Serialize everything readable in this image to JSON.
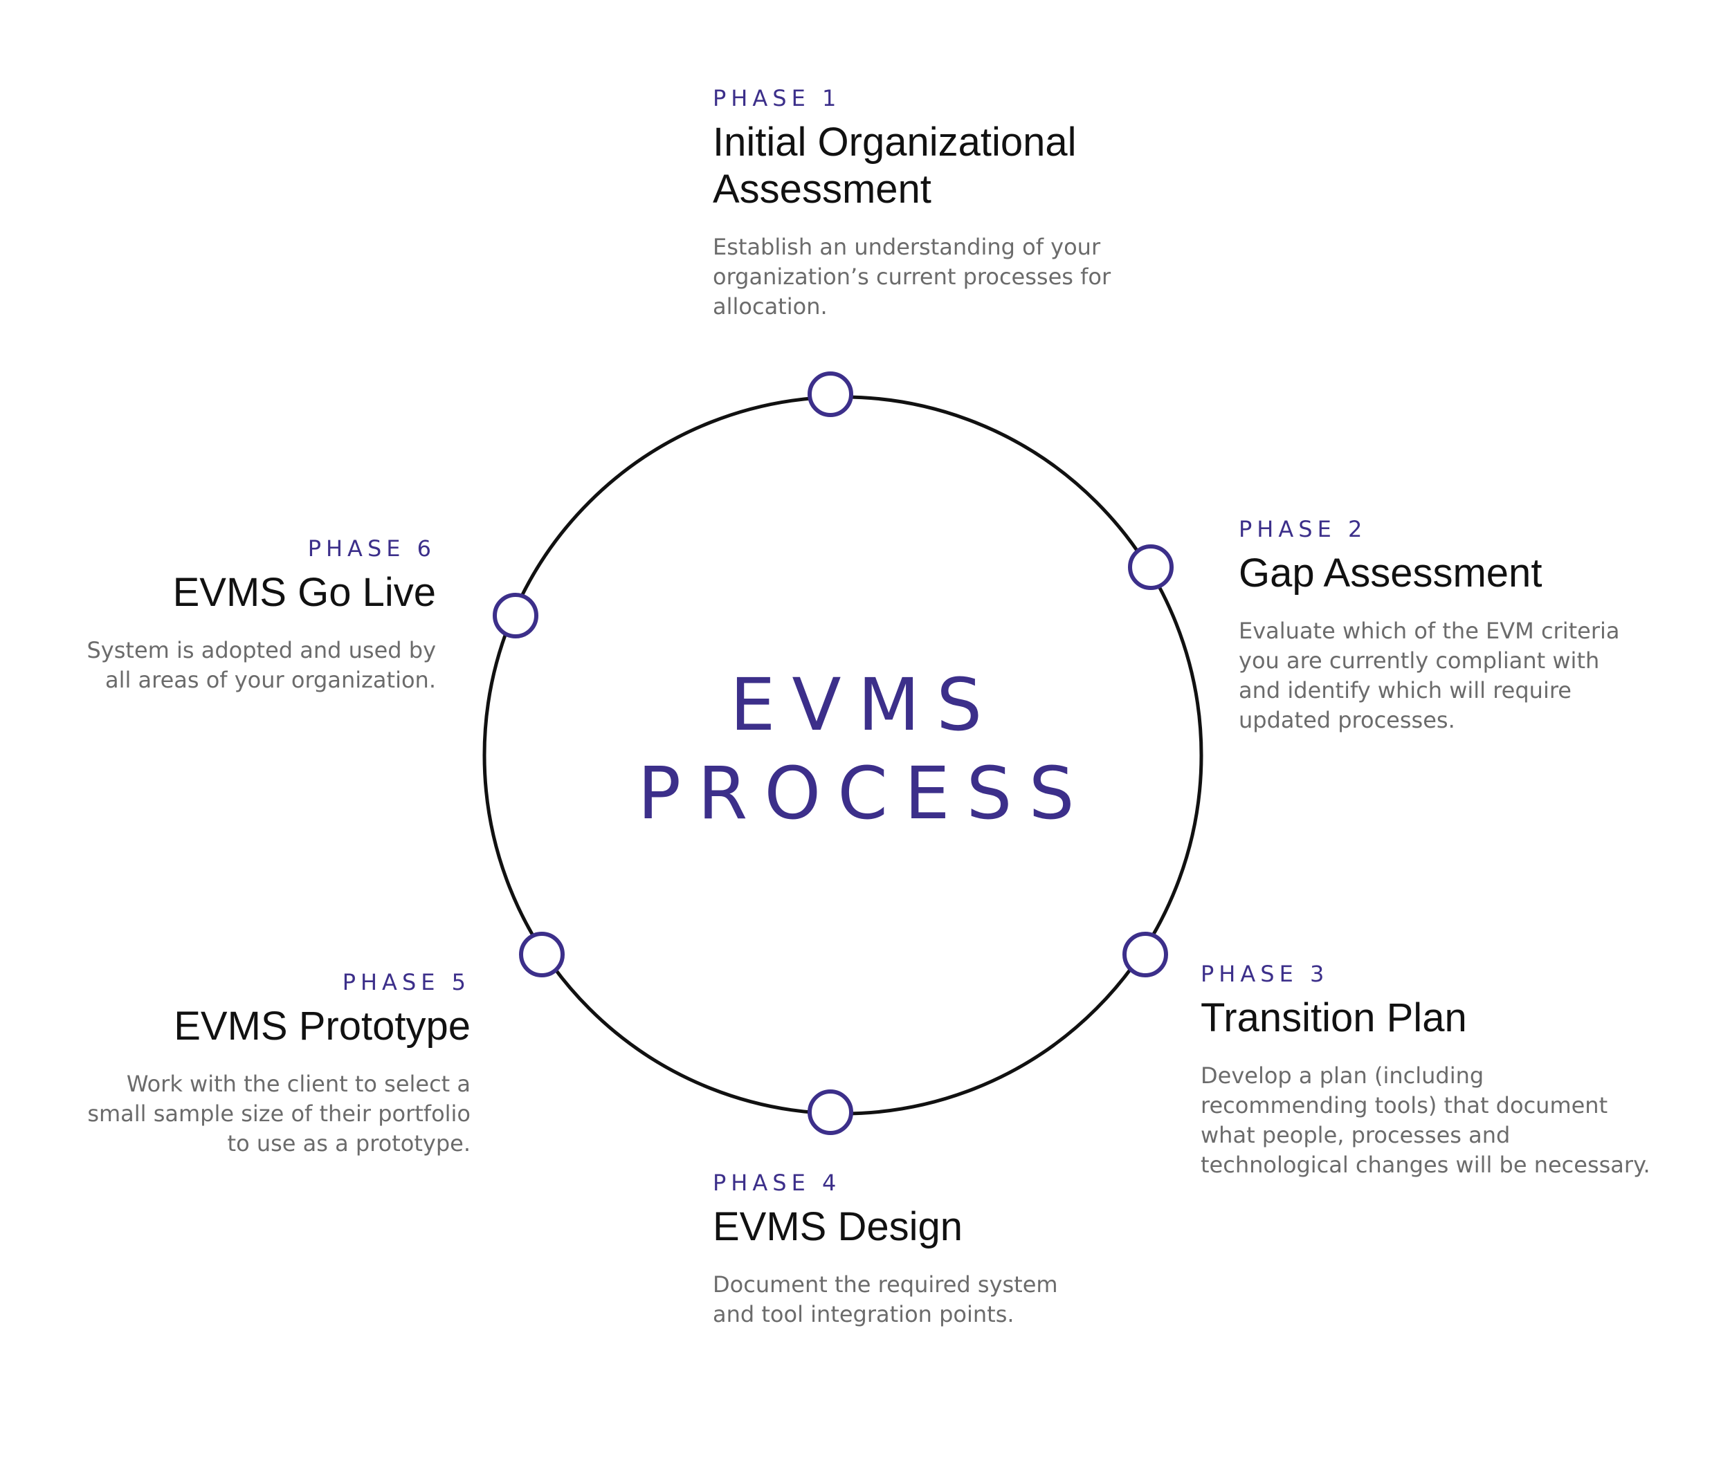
{
  "diagram": {
    "center_title": {
      "line1": "EVMS",
      "line2": "PROCESS"
    },
    "colors": {
      "accent": "#3c2f8a",
      "ring": "#111111",
      "title": "#111111",
      "description": "#6b6b6b",
      "background": "#ffffff"
    },
    "phases": [
      {
        "label": "PHASE 1",
        "title": "Initial Organizational\nAssessment",
        "description": "Establish an understanding of your organization’s current processes for allocation."
      },
      {
        "label": "PHASE 2",
        "title": "Gap Assessment",
        "description": "Evaluate which of the EVM criteria you are currently compliant with and identify which will require updated processes."
      },
      {
        "label": "PHASE 3",
        "title": "Transition Plan",
        "description": "Develop a plan (including recommending tools) that document what people, processes and technological changes will be necessary."
      },
      {
        "label": "PHASE 4",
        "title": "EVMS Design",
        "description": "Document the required system and tool integration points."
      },
      {
        "label": "PHASE 5",
        "title": "EVMS Prototype",
        "description": "Work with the client to select a small sample size of their portfolio to use as a prototype."
      },
      {
        "label": "PHASE 6",
        "title": "EVMS Go Live",
        "description": "System is adopted and used by all areas of your organization."
      }
    ]
  }
}
